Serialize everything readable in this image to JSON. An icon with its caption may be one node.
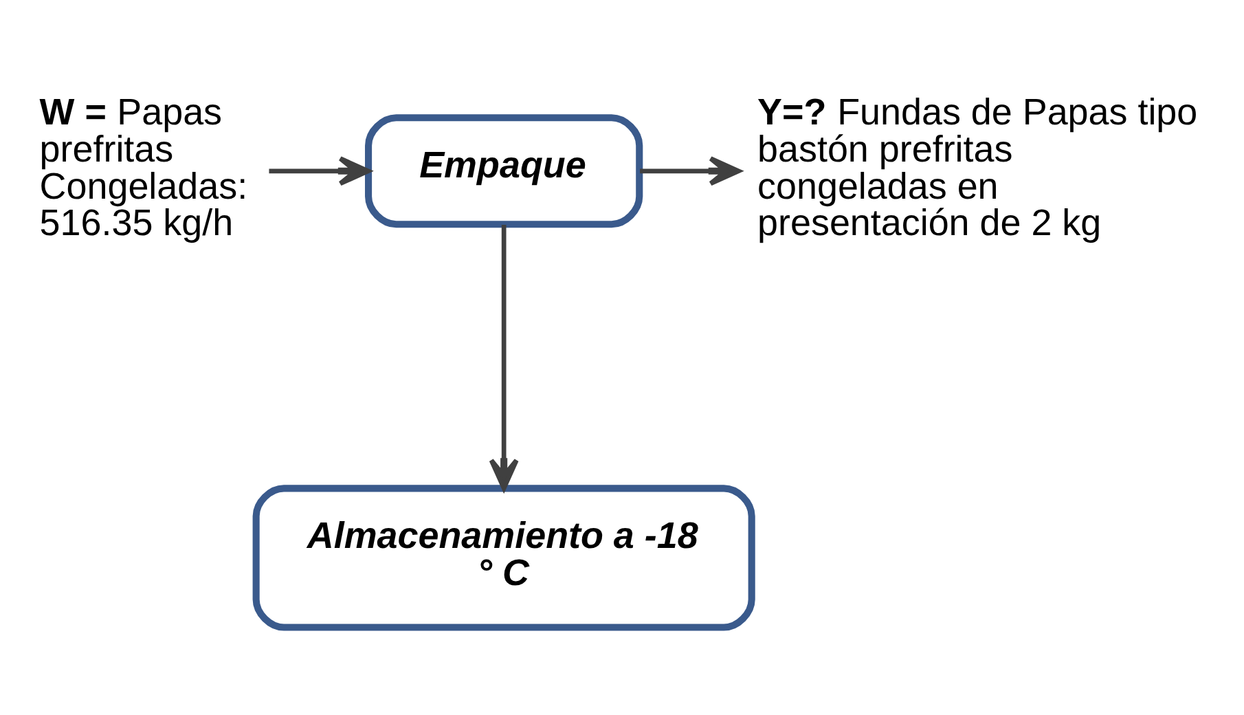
{
  "diagram": {
    "nodes": [
      {
        "text": [
          "**W =** Papas prefritas Congeladas: 516.35 kg/h"
        ]
      },
      {
        "text": [
          "Empaque"
        ]
      },
      {
        "text": [
          "**Y=?** Fundas de Papas tipo bastón prefritas congeladas en presentación de 2 kg"
        ]
      },
      {
        "text": [
          "Almacenamiento a -18 ° C"
        ]
      }
    ],
    "edges": [
      {
        "from": 0,
        "to": 1,
        "arrow": "to"
      },
      {
        "from": 1,
        "to": 2,
        "arrow": "to"
      },
      {
        "from": 1,
        "to": 3,
        "arrow": "to"
      }
    ]
  }
}
